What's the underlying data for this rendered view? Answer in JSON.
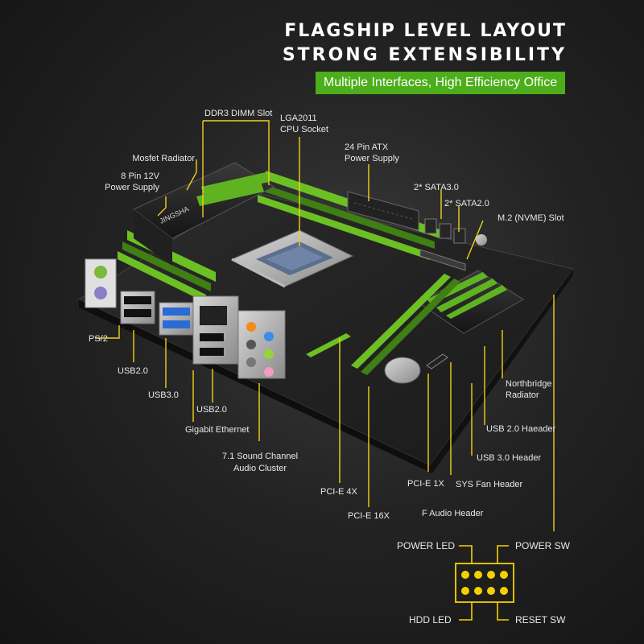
{
  "header": {
    "title_line1": "FLAGSHIP LEVEL LAYOUT",
    "title_line2": "STRONG  EXTENSIBILITY",
    "subtitle": "Multiple Interfaces, High Efficiency Office"
  },
  "colors": {
    "accent_green": "#4cae1a",
    "callout_yellow": "#f2d01a",
    "pin_yellow": "#f5d000"
  },
  "labels": {
    "ddr3_line1": "DDR3 DIMM Slot",
    "lga_line1": "LGA2011",
    "lga_line2": "CPU Socket",
    "atx_line1": "24 Pin ATX",
    "atx_line2": "Power Supply",
    "mosfet": "Mosfet Radiator",
    "pin8_line1": "8 Pin 12V",
    "pin8_line2": "Power Supply",
    "sata3": "2* SATA3.0",
    "sata2": "2* SATA2.0",
    "m2": "M.2 (NVME) Slot",
    "ps2": "PS/2",
    "usb20_a": "USB2.0",
    "usb30": "USB3.0",
    "usb20_b": "USB2.0",
    "gige": "Gigabit Ethernet",
    "audio_line1": "7.1 Sound Channel",
    "audio_line2": "Audio Cluster",
    "pcie4x": "PCI-E 4X",
    "pcie16x": "PCI-E 16X",
    "pcie1x": "PCI-E 1X",
    "sysfan": "SYS Fan Header",
    "faudio": "F Audio Header",
    "usb30hdr": "USB 3.0 Header",
    "usb20hdr": "USB 2.0 Haeader",
    "nb_line1": "Northbridge",
    "nb_line2": "Radiator"
  },
  "front_panel": {
    "power_led": "POWER LED",
    "power_sw": "POWER SW",
    "hdd_led": "HDD LED",
    "reset_sw": "RESET SW"
  },
  "board_logo": "JINGSHA"
}
